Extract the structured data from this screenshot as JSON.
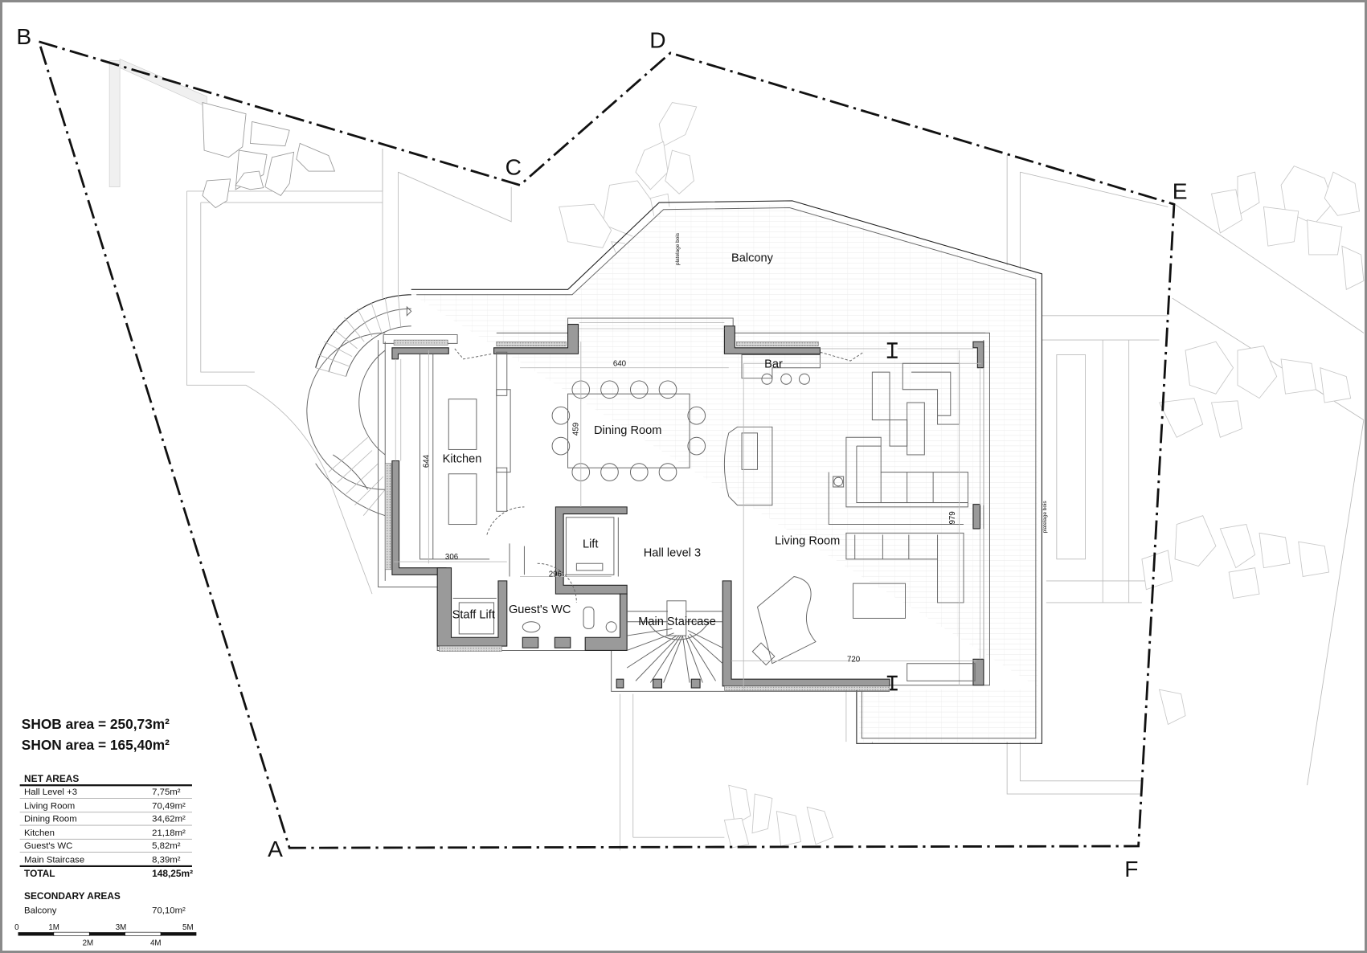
{
  "plan": {
    "corners": [
      {
        "id": "A",
        "label": "A"
      },
      {
        "id": "B",
        "label": "B"
      },
      {
        "id": "C",
        "label": "C"
      },
      {
        "id": "D",
        "label": "D"
      },
      {
        "id": "E",
        "label": "E"
      },
      {
        "id": "F",
        "label": "F"
      }
    ],
    "rooms": {
      "balcony": "Balcony",
      "kitchen": "Kitchen",
      "dining": "Dining Room",
      "bar": "Bar",
      "living": "Living Room",
      "hall": "Hall level 3",
      "lift": "Lift",
      "staff_lift": "Staff Lift",
      "guest_wc": "Guest's WC",
      "staircase": "Main Staircase"
    },
    "dimensions": {
      "d640": "640",
      "d459": "459",
      "d644": "644",
      "d306": "306",
      "d296": "296",
      "d979": "979",
      "d720": "720"
    },
    "annotations": {
      "deck1": "platelage bois",
      "deck2": "platelage bois"
    }
  },
  "summary": {
    "shob": "SHOB area = 250,73m²",
    "shon": "SHON area = 165,40m²"
  },
  "net_areas": {
    "title": "NET AREAS",
    "rows": [
      {
        "name": "Hall Level +3",
        "value": "7,75m²"
      },
      {
        "name": "Living Room",
        "value": "70,49m²"
      },
      {
        "name": "Dining Room",
        "value": "34,62m²"
      },
      {
        "name": "Kitchen",
        "value": "21,18m²"
      },
      {
        "name": "Guest's WC",
        "value": "5,82m²"
      },
      {
        "name": "Main Staircase",
        "value": "8,39m²"
      }
    ],
    "total_label": "TOTAL",
    "total_value": "148,25m²"
  },
  "secondary_areas": {
    "title": "SECONDARY AREAS",
    "rows": [
      {
        "name": "Balcony",
        "value": "70,10m²"
      }
    ]
  },
  "scale_bar": {
    "top_labels": [
      "0",
      "1M",
      "3M",
      "5M"
    ],
    "bottom_labels": [
      "2M",
      "4M"
    ]
  }
}
